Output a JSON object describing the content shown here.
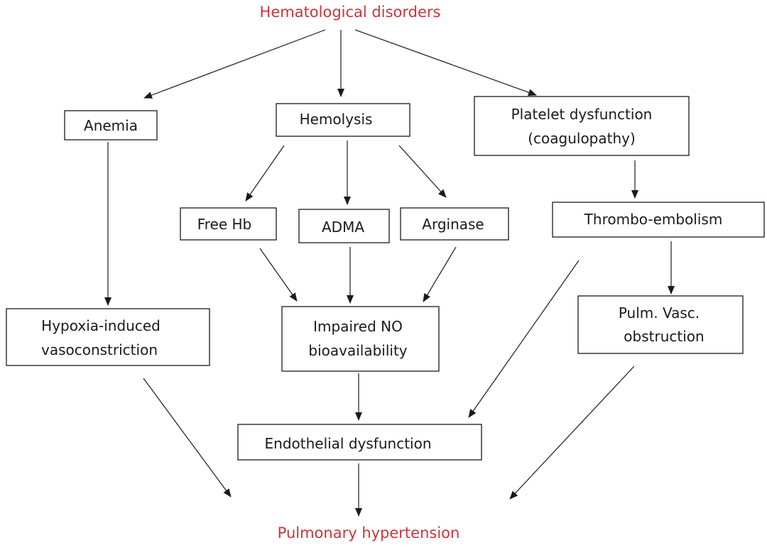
{
  "colors": {
    "title": "#c8363c",
    "ink": "#1a1a1a",
    "background": "#ffffff"
  },
  "diagram": {
    "top_title": "Hematological disorders",
    "bottom_title": "Pulmonary hypertension",
    "nodes": {
      "anemia": [
        "Anemia"
      ],
      "hemolysis": [
        "Hemolysis"
      ],
      "platelet": [
        "Platelet dysfunction",
        "(coagulopathy)"
      ],
      "free_hb": [
        "Free Hb"
      ],
      "adma": [
        "ADMA"
      ],
      "arginase": [
        "Arginase"
      ],
      "thrombo": [
        "Thrombo-embolism"
      ],
      "hypoxia": [
        "Hypoxia-induced",
        "vasoconstriction"
      ],
      "impaired_no": [
        "Impaired NO",
        "bioavailability"
      ],
      "pulm_vasc": [
        "Pulm. Vasc.",
        "obstruction"
      ],
      "endothelial": [
        "Endothelial dysfunction"
      ]
    }
  }
}
